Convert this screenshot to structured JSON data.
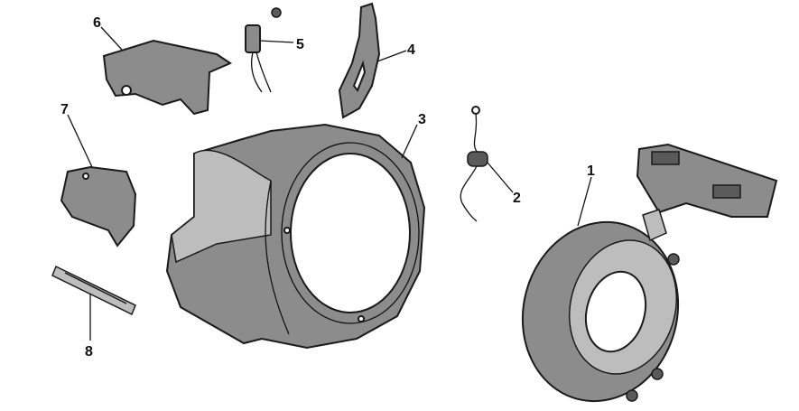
{
  "diagram": {
    "callouts": [
      {
        "id": "1",
        "part": "recoil-starter"
      },
      {
        "id": "2",
        "part": "switch"
      },
      {
        "id": "3",
        "part": "fan-cover"
      },
      {
        "id": "4",
        "part": "bracket"
      },
      {
        "id": "5",
        "part": "oil-sensor"
      },
      {
        "id": "6",
        "part": "top-cover"
      },
      {
        "id": "7",
        "part": "side-plate"
      },
      {
        "id": "8",
        "part": "strip"
      }
    ]
  }
}
